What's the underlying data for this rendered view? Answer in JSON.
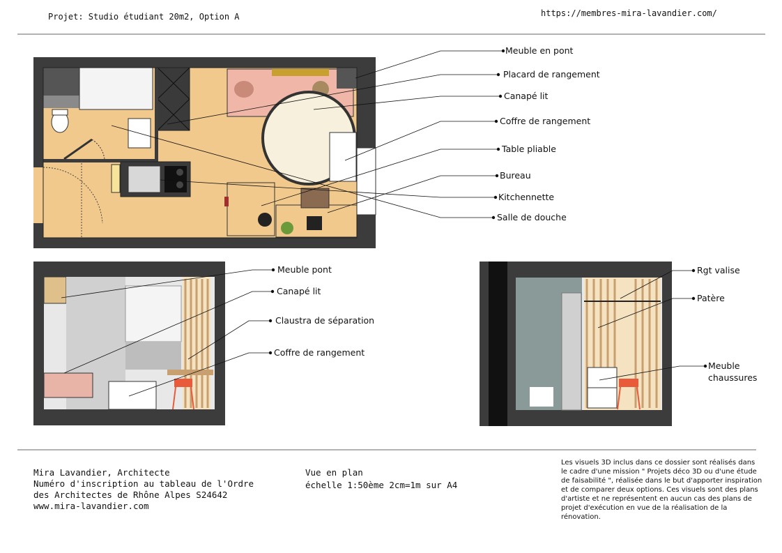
{
  "header": {
    "project": "Projet: Studio étudiant 20m2, Option A",
    "url": "https://membres-mira-lavandier.com/"
  },
  "plan_labels": [
    "Meuble en pont",
    "Placard de rangement",
    "Canapé lit",
    "Coffre de rangement",
    "Table pliable",
    "Bureau",
    "Kitchennette",
    "Salle de douche"
  ],
  "elevation_left_labels": [
    "Meuble pont",
    "Canapé lit",
    "Claustra de séparation",
    "Coffre de rangement"
  ],
  "elevation_right_labels": [
    "Rgt valise",
    "Patère",
    "Meuble",
    "chaussures"
  ],
  "footer": {
    "author": "Mira Lavandier, Architecte",
    "registration_1": "Numéro d'inscription au tableau de l'Ordre",
    "registration_2": "des Architectes de Rhône Alpes S24642",
    "website": "www.mira-lavandier.com",
    "view": "Vue en plan",
    "scale": "échelle 1:50ème 2cm=1m sur A4",
    "disclaimer": "Les visuels 3D inclus dans ce dossier sont réalisés dans le cadre d'une mission \" Projets déco 3D ou d'une étude de faisabilité \", réalisée dans le but d'apporter inspiration et de comparer deux options. Ces visuels sont des plans d'artiste et ne représentent en aucun cas des plans de projet d'exécution en vue de la réalisation de la rénovation."
  },
  "colors": {
    "wall": "#3c3c3c",
    "floor": "#f2c98c",
    "sofa": "#f0b7a8",
    "grey_floor": "#c9c9c9"
  }
}
